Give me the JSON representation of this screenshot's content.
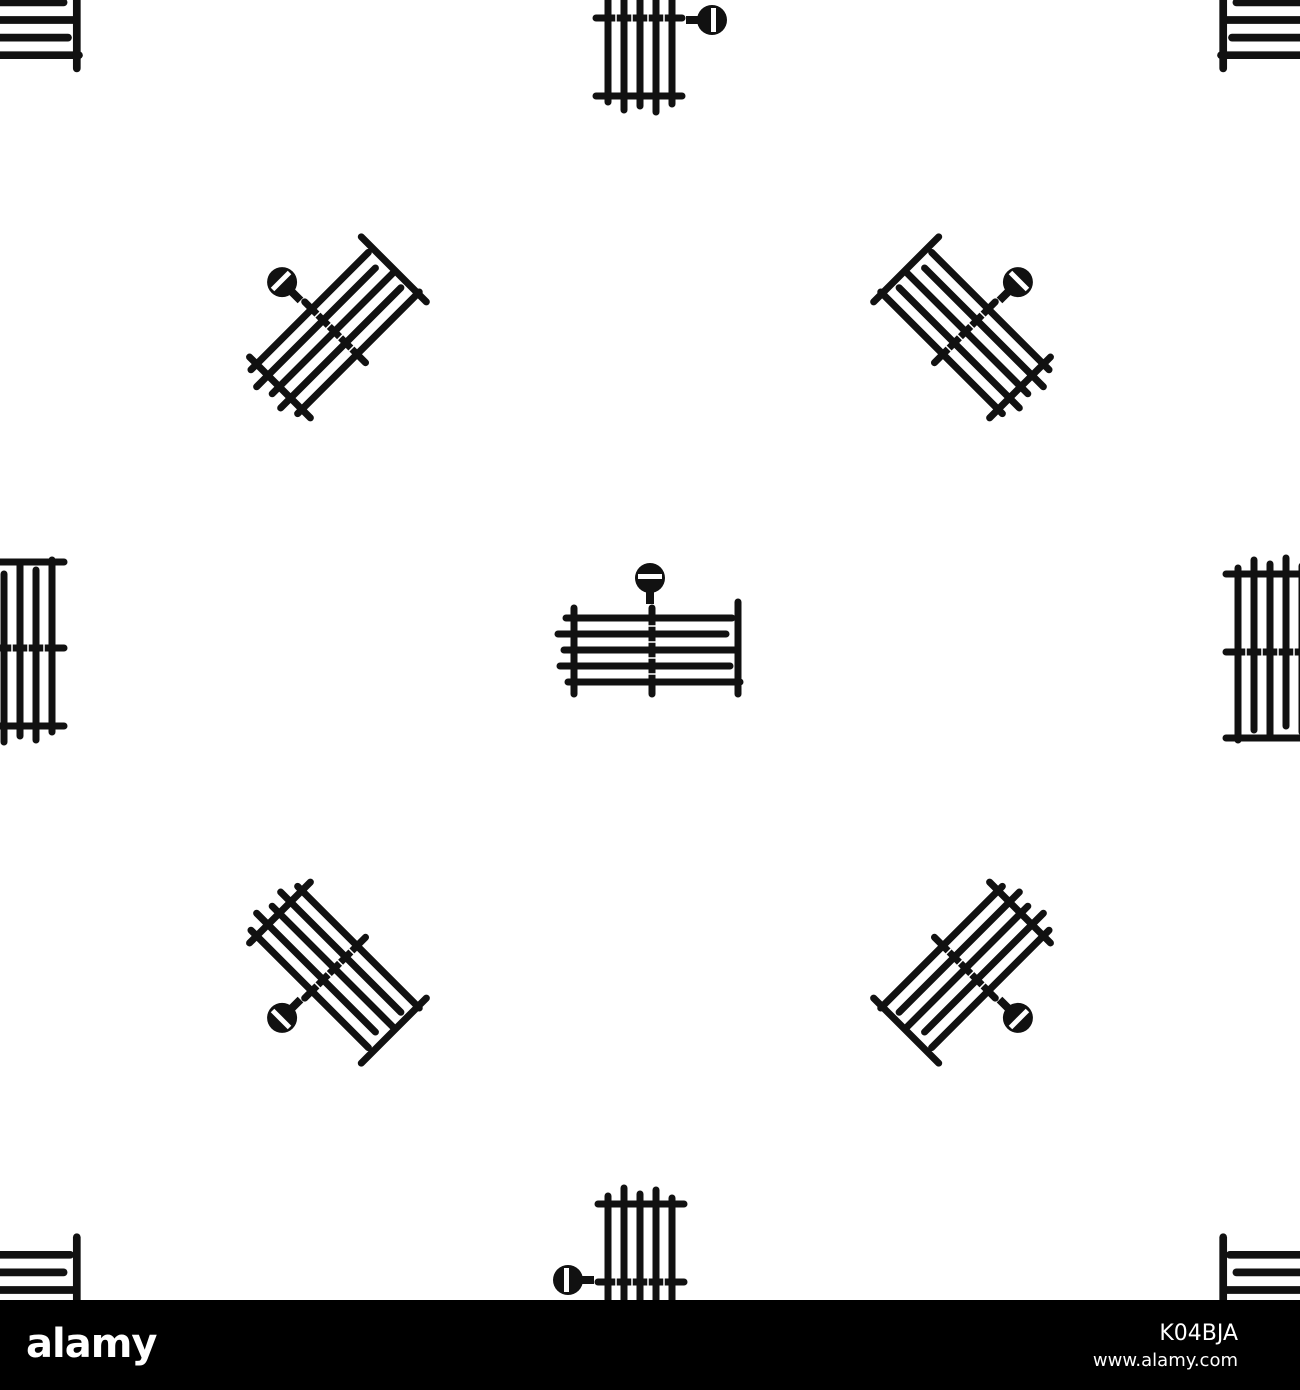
{
  "pattern": {
    "background": "#ffffff",
    "icon_color": "#111111",
    "icon": "bamboo-raft-with-person-icon"
  },
  "watermark": {
    "logo_text": "alamy",
    "image_id": "K04BJA",
    "url": "www.alamy.com",
    "bar_color": "#000000",
    "text_color": "#ffffff"
  }
}
